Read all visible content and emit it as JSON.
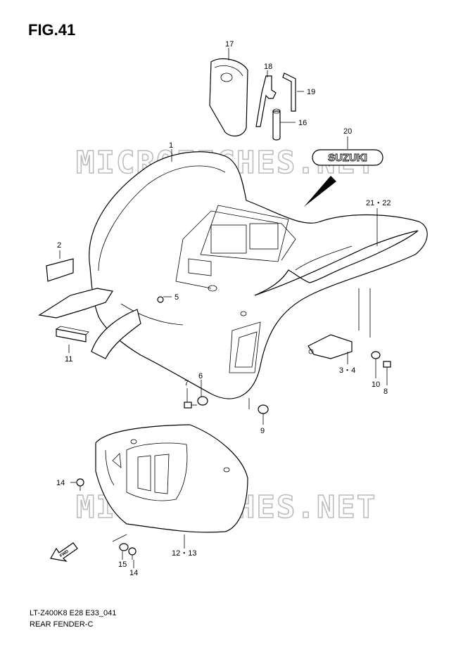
{
  "figure": {
    "title": "FIG.41"
  },
  "watermarks": [
    "MICROFICHES.NET",
    "MICROFICHES.NET"
  ],
  "decal_text": "SUZUKI",
  "fwd_text": "FWD",
  "callouts": {
    "c1": "1",
    "c2": "2",
    "c3_4": "3・4",
    "c5": "5",
    "c6": "6",
    "c7": "7",
    "c8": "8",
    "c9": "9",
    "c10": "10",
    "c11": "11",
    "c12_13": "12・13",
    "c14a": "14",
    "c14b": "14",
    "c15": "15",
    "c16": "16",
    "c17": "17",
    "c18": "18",
    "c19": "19",
    "c20": "20",
    "c21_22": "21・22"
  },
  "footer": {
    "code": "LT-Z400K8 E28 E33_041",
    "name": "REAR FENDER-C"
  }
}
